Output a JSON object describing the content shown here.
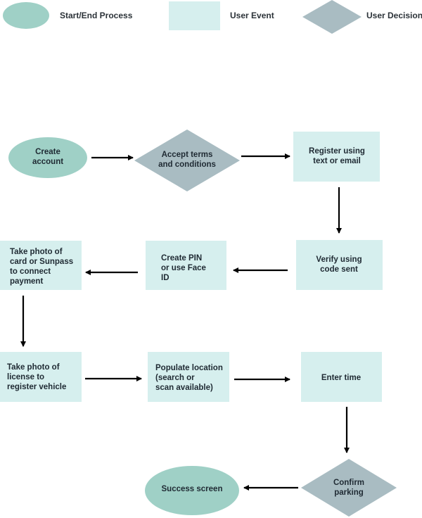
{
  "colors": {
    "start_end": "#9fd0c6",
    "event": "#d6efee",
    "decision": "#a9bcc2",
    "arrow": "#000000",
    "text": "#1f2a33"
  },
  "legend": {
    "start_end": "Start/End Process",
    "event": "User Event",
    "decision": "User Decision"
  },
  "nodes": {
    "create_account": [
      "Create",
      "account"
    ],
    "accept_terms": [
      "Accept terms",
      "and conditions"
    ],
    "register": [
      "Register using",
      "text or email"
    ],
    "verify": [
      "Verify using",
      "code sent"
    ],
    "create_pin": [
      "Create PIN",
      "or use Face",
      "ID"
    ],
    "take_photo_card": [
      "Take photo of",
      "card or Sunpass",
      "to connect",
      "payment"
    ],
    "take_photo_license": [
      "Take photo of",
      "license to",
      "register vehicle"
    ],
    "populate_location": [
      "Populate location",
      "(search or",
      "scan available)"
    ],
    "enter_time": [
      "Enter time"
    ],
    "confirm_parking": [
      "Confirm",
      "parking"
    ],
    "success_screen": [
      "Success screen"
    ]
  }
}
